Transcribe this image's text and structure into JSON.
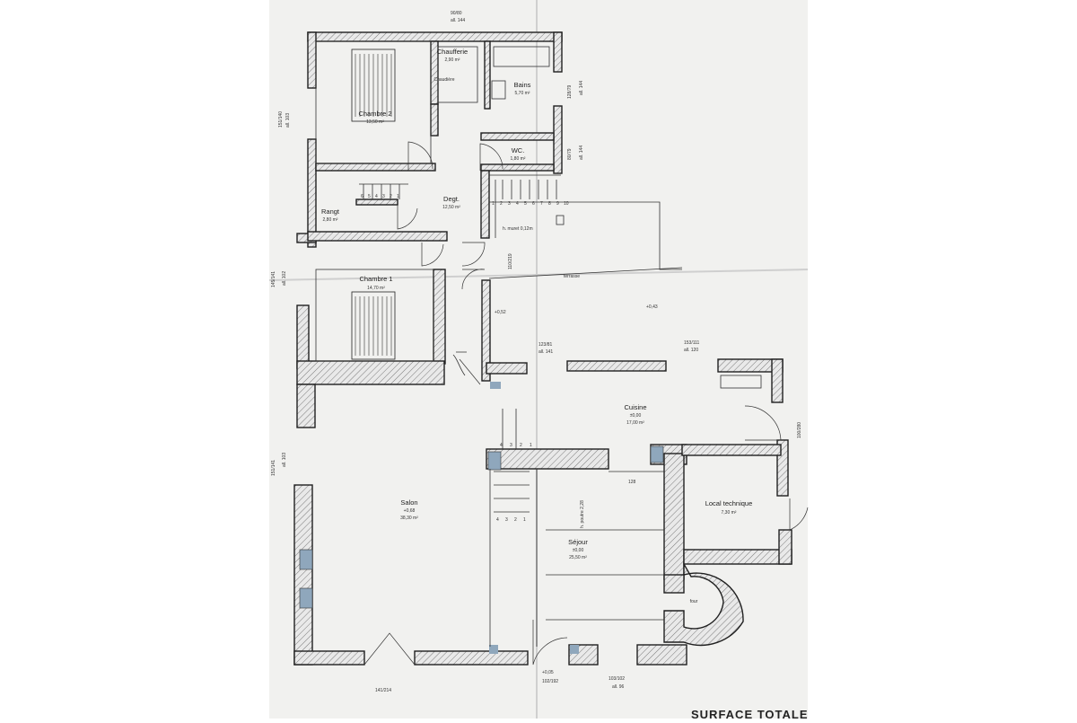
{
  "rooms": {
    "chaufferie": {
      "name": "Chaufferie",
      "area": "2,90 m²",
      "sub": "Chaudière"
    },
    "bains": {
      "name": "Bains",
      "area": "5,70 m²"
    },
    "chambre2": {
      "name": "Chambre 2",
      "area": "13,50 m²"
    },
    "wc": {
      "name": "WC.",
      "area": "1,80 m²"
    },
    "degt": {
      "name": "Degt.",
      "area": "12,50 m²"
    },
    "rangt": {
      "name": "Rangt",
      "area": "2,80 m²"
    },
    "chambre1": {
      "name": "Chambre 1",
      "area": "14,70 m²"
    },
    "cuisine": {
      "name": "Cuisine",
      "level": "±0,00",
      "area": "17,00 m²"
    },
    "salon": {
      "name": "Salon",
      "level": "+0,68",
      "area": "38,30 m²"
    },
    "sejour": {
      "name": "Séjour",
      "level": "±0,00",
      "area": "25,50 m²"
    },
    "local": {
      "name": "Local technique",
      "area": "7,30 m²"
    },
    "four": {
      "name": "four"
    }
  },
  "labels": {
    "terrasse": "terrasse",
    "muret": "h. muret 0,12m",
    "poutre": "h. poutre 2,28",
    "level_052": "+0,52",
    "level_043": "+0,43",
    "level_005": "+0,05",
    "dim_128": "128",
    "surface_totale": "SURFACE TOTALE"
  },
  "dims": {
    "top": "90/80",
    "top_all": "all. 144",
    "bains_right": "128/79",
    "bains_right_all": "all. 144",
    "wc_right": "80/79",
    "wc_right_all": "all. 144",
    "ch2_left": "151/140",
    "ch2_left_all": "all. 103",
    "ch1_left": "145/141",
    "ch1_left_all": "all. 102",
    "salon_left": "151/141",
    "salon_left_all": "all. 103",
    "door_side": "110/219",
    "win_a": "123/81",
    "win_a_all": "all. 141",
    "win_b": "153/111",
    "win_b_all": "all. 120",
    "cuisine_right": "100/280",
    "bottom_left": "141/214",
    "bottom_mid": "102/192",
    "bottom_right": "103/102",
    "bottom_right_all": "all. 96"
  },
  "stairs": {
    "upper_steps": [
      "1",
      "2",
      "3",
      "4",
      "5",
      "6",
      "7",
      "8",
      "9",
      "10"
    ],
    "rangt_steps": [
      "6",
      "5",
      "4",
      "3",
      "2",
      "1"
    ],
    "sejour_steps_top": [
      "4",
      "3",
      "2",
      "1"
    ],
    "sejour_steps_bottom": [
      "4",
      "3",
      "2",
      "1"
    ]
  },
  "colors": {
    "paper": "#f1f1ef",
    "wall_line": "#202020",
    "hatch": "#7a7a7a",
    "blue_fill": "#8fa7bc"
  }
}
